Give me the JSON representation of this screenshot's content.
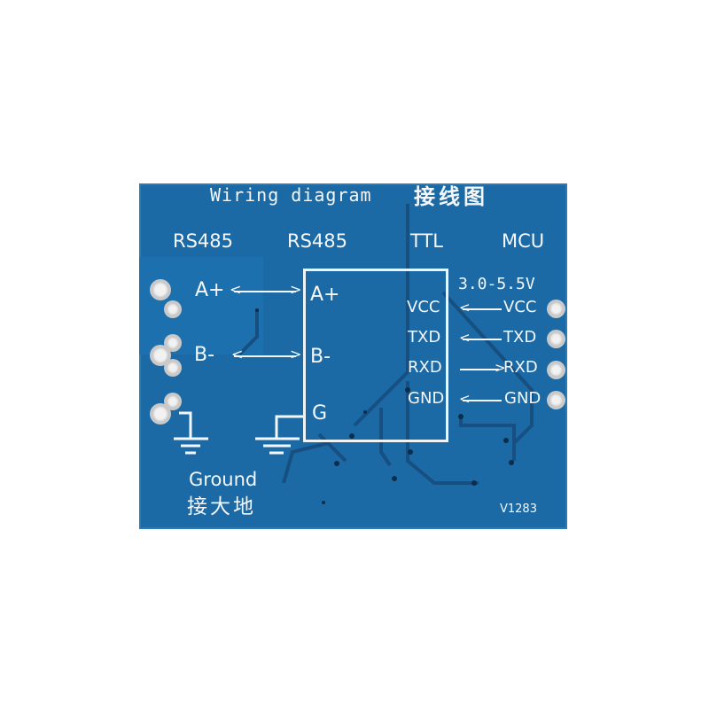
{
  "board": {
    "title_en": "Wiring diagram",
    "title_cn": "接线图",
    "version": "V1283",
    "colors": {
      "pcb": "#1b6aa6",
      "silkscreen": "#f4f7fa",
      "background": "#ffffff"
    }
  },
  "headers": {
    "rs485_left": "RS485",
    "rs485_mid": "RS485",
    "ttl": "TTL",
    "mcu": "MCU"
  },
  "voltage": "3.0-5.5V",
  "left_pins": [
    {
      "outer": "A+",
      "inner": "A+",
      "arrow": "both"
    },
    {
      "outer": "B-",
      "inner": "B-",
      "arrow": "both"
    }
  ],
  "ground_pin": "G",
  "ground_label_en": "Ground",
  "ground_label_cn": "接大地",
  "right_pins": [
    {
      "ttl": "VCC",
      "mcu": "VCC",
      "arrow": "left"
    },
    {
      "ttl": "TXD",
      "mcu": "TXD",
      "arrow": "left"
    },
    {
      "ttl": "RXD",
      "mcu": "RXD",
      "arrow": "right"
    },
    {
      "ttl": "GND",
      "mcu": "GND",
      "arrow": "left"
    }
  ]
}
